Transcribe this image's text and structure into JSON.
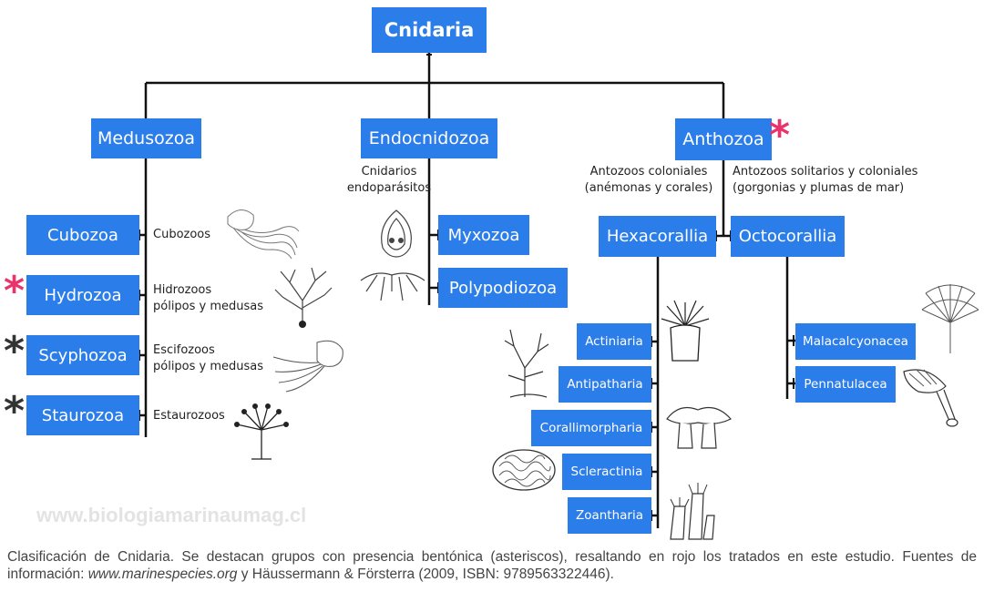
{
  "root": {
    "label": "Cnidaria"
  },
  "medusozoa": {
    "label": "Medusozoa",
    "children": [
      {
        "label": "Cubozoa",
        "note": "Cubozoos",
        "star": ""
      },
      {
        "label": "Hydrozoa",
        "note1": "Hidrozoos",
        "note2": "pólipos y medusas",
        "star": "red"
      },
      {
        "label": "Scyphozoa",
        "note1": "Escifozoos",
        "note2": "pólipos y medusas",
        "star": "dark"
      },
      {
        "label": "Staurozoa",
        "note": "Estaurozoos",
        "star": "dark"
      }
    ]
  },
  "endocnidozoa": {
    "label": "Endocnidozoa",
    "note1": "Cnidarios",
    "note2": "endoparásitos",
    "children": [
      {
        "label": "Myxozoa"
      },
      {
        "label": "Polypodiozoa"
      }
    ]
  },
  "anthozoa": {
    "label": "Anthozoa",
    "star": "red",
    "hexa_note1": "Antozoos coloniales",
    "hexa_note2": "(anémonas y corales)",
    "octo_note1": "Antozoos solitarios y coloniales",
    "octo_note2": "(gorgonias y plumas de mar)",
    "hexacorallia": {
      "label": "Hexacorallia",
      "children": [
        {
          "label": "Actiniaria"
        },
        {
          "label": "Antipatharia"
        },
        {
          "label": "Corallimorpharia"
        },
        {
          "label": "Scleractinia"
        },
        {
          "label": "Zoantharia"
        }
      ]
    },
    "octocorallia": {
      "label": "Octocorallia",
      "children": [
        {
          "label": "Malacalcyonacea"
        },
        {
          "label": "Pennatulacea"
        }
      ]
    }
  },
  "watermark": "www.biologiamarinaumag.cl",
  "caption": {
    "part1": "Clasificación de Cnidaria. Se destacan grupos con presencia bentónica (asteriscos), resaltando en rojo los tratados en este estudio. Fuentes de información: ",
    "link": "www.marinespecies.org",
    "part2": " y Häussermann & Försterra (2009, ISBN: 9789563322446)."
  },
  "colors": {
    "box": "#2b7de9",
    "star_red": "#e8336b",
    "star_dark": "#333333",
    "line": "#111111"
  },
  "icons": [
    "cubozoan-jellyfish-icon",
    "hydrozoan-colony-icon",
    "scyphozoan-jellyfish-icon",
    "stauromedusa-icon",
    "myxozoan-spore-icon",
    "polypodium-icon",
    "anemone-icon",
    "antipatharian-coral-icon",
    "corallimorph-icon",
    "brain-coral-icon",
    "zoanthid-icon",
    "sea-fan-icon",
    "sea-pen-icon"
  ]
}
